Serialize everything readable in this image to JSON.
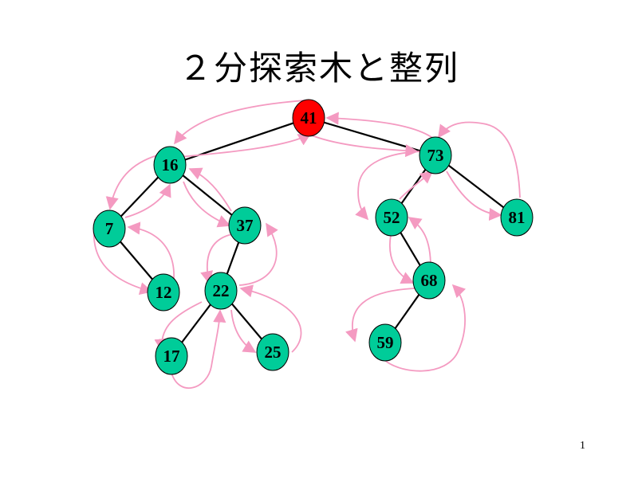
{
  "title": "２分探索木と整列",
  "page_number": "1",
  "colors": {
    "node_fill": "#00cc99",
    "root_fill": "#ff0000",
    "edge": "#000000",
    "traversal": "#f49ac1"
  },
  "tree": {
    "root": "41",
    "nodes": [
      "41",
      "16",
      "73",
      "7",
      "37",
      "52",
      "81",
      "12",
      "22",
      "68",
      "17",
      "25",
      "59"
    ],
    "edges": [
      [
        "41",
        "16"
      ],
      [
        "41",
        "73"
      ],
      [
        "16",
        "7"
      ],
      [
        "16",
        "37"
      ],
      [
        "7",
        "12"
      ],
      [
        "37",
        "22"
      ],
      [
        "22",
        "17"
      ],
      [
        "22",
        "25"
      ],
      [
        "73",
        "52"
      ],
      [
        "73",
        "81"
      ],
      [
        "52",
        "68"
      ],
      [
        "68",
        "59"
      ]
    ],
    "highlighted": "41",
    "traversal": "in-order walk around the tree (arrows)"
  }
}
